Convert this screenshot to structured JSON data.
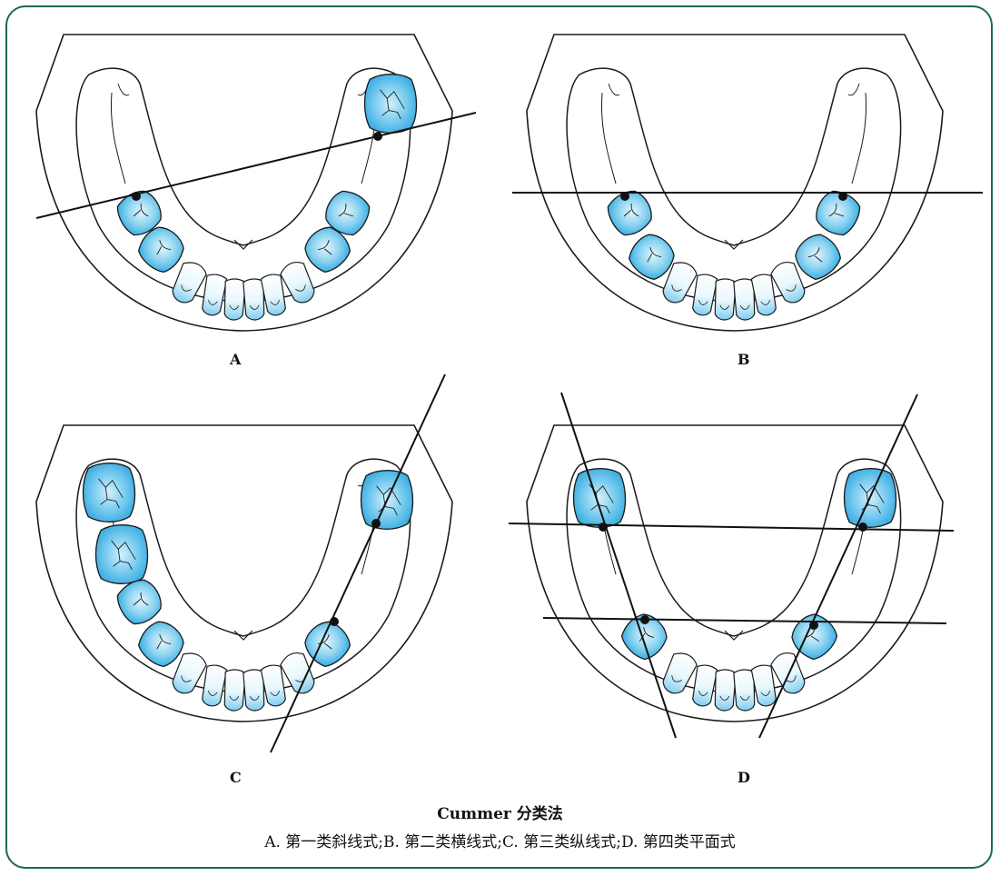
{
  "panels": {
    "a": {
      "label": "A"
    },
    "b": {
      "label": "B"
    },
    "c": {
      "label": "C"
    },
    "d": {
      "label": "D"
    }
  },
  "caption": {
    "title": "Cummer 分类法",
    "description": "A. 第一类斜线式;B. 第二类横线式;C. 第三类纵线式;D. 第四类平面式"
  },
  "colors": {
    "frame": "#1a6b52",
    "tooth_fill": "#5ec3ec",
    "tooth_light": "#dff3fb",
    "outline": "#1a1a1a"
  }
}
